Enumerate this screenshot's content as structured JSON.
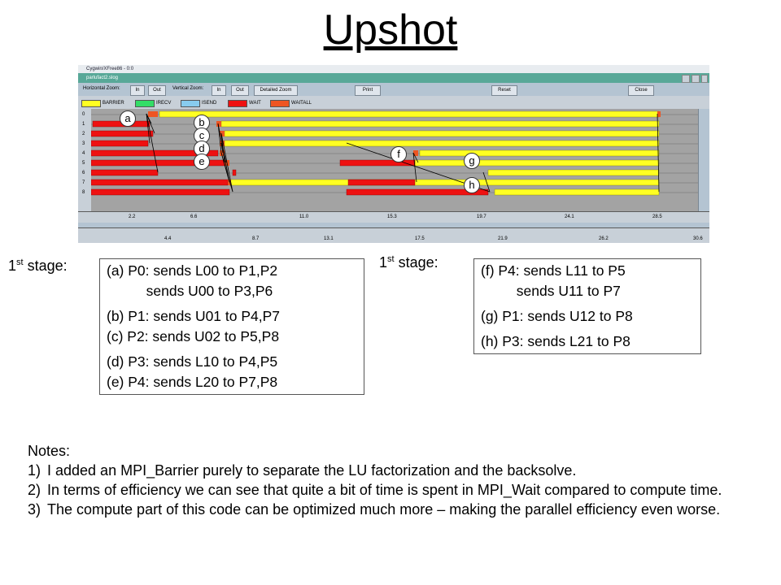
{
  "title": "Upshot",
  "window": {
    "titlebar": "Cygwin/XFree86 - 0:0",
    "filename": "parlufact2.slog",
    "toolbar": {
      "hzoom_label": "Horizontal Zoom:",
      "hzoom_in": "In",
      "hzoom_out": "Out",
      "vzoom_label": "Vertical Zoom:",
      "vzoom_in": "In",
      "vzoom_out": "Out",
      "detailed_zoom": "Detailed Zoom",
      "print": "Print",
      "reset": "Reset",
      "close": "Close"
    },
    "legend": [
      {
        "label": "BARRIER",
        "color": "#ffff22"
      },
      {
        "label": "IRECV",
        "color": "#33dd66"
      },
      {
        "label": "ISEND",
        "color": "#88ccee"
      },
      {
        "label": "WAIT",
        "color": "#ee1111"
      },
      {
        "label": "WAITALL",
        "color": "#ee5522"
      }
    ],
    "rows": [
      "0",
      "1",
      "2",
      "3",
      "4",
      "5",
      "6",
      "7",
      "8"
    ],
    "axis_top": [
      "2.2",
      "6.6",
      "11.0",
      "15.3",
      "19.7",
      "24.1",
      "28.5"
    ],
    "axis_bottom": [
      "4.4",
      "8.7",
      "13.1",
      "17.5",
      "21.9",
      "26.2",
      "30.6"
    ],
    "colors": {
      "barrier": "#ffff22",
      "wait": "#ee1111",
      "waitall": "#ee5522",
      "bg": "#a3a3a3"
    }
  },
  "bubbles": [
    "a",
    "b",
    "c",
    "d",
    "e",
    "f",
    "g",
    "h"
  ],
  "left_stage": {
    "label_main": "1",
    "label_sup": "st",
    "label_rest": " stage:",
    "lines": [
      "(a) P0: sends L00 to P1,P2",
      "          sends U00 to P3,P6",
      "",
      "(b) P1: sends U01 to P4,P7",
      "(c) P2: sends U02 to P5,P8",
      "",
      "(d) P3: sends L10 to P4,P5",
      "(e) P4: sends L20 to P7,P8"
    ]
  },
  "right_stage": {
    "label_main": "1",
    "label_sup": "st",
    "label_rest": " stage:",
    "lines": [
      "(f) P4: sends L11 to P5",
      "         sends U11 to P7",
      "",
      "(g) P1: sends U12 to P8",
      "",
      "(h) P3: sends L21 to P8"
    ]
  },
  "notes": {
    "heading": "Notes:",
    "items": [
      {
        "num": "1)",
        "text": "I added an MPI_Barrier purely to separate the LU factorization and the backsolve."
      },
      {
        "num": "2)",
        "text": "In terms of efficiency we can see that quite a bit of time is spent in MPI_Wait compared to compute time."
      },
      {
        "num": "3)",
        "text": "The compute part of this code can be optimized much more – making the parallel efficiency even worse."
      }
    ]
  }
}
